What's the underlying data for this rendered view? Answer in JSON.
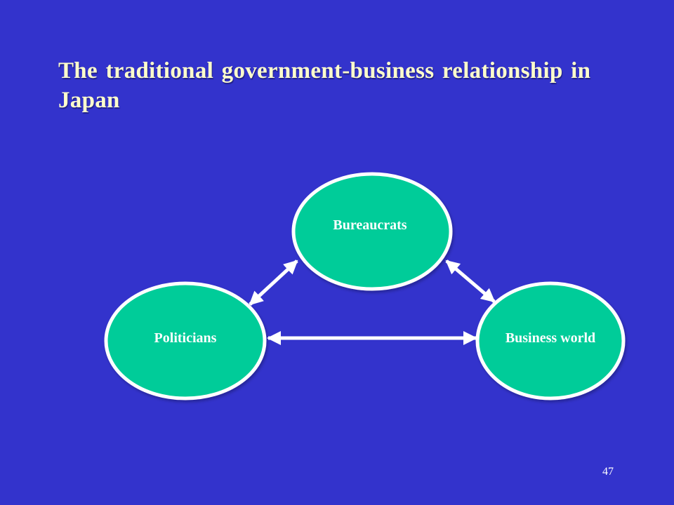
{
  "slide": {
    "title": "The traditional government-business relationship in Japan",
    "page_number": "47"
  },
  "colors": {
    "background": "#3333cc",
    "title": "#ffffcc",
    "node_fill": "#00cc99",
    "node_border": "#ffffff",
    "arrow": "#ffffff",
    "label": "#ffffff"
  },
  "diagram": {
    "nodes": {
      "bureaucrats": {
        "label": "Bureaucrats"
      },
      "politicians": {
        "label": "Politicians"
      },
      "business_world": {
        "label": "Business world"
      }
    },
    "links": [
      {
        "from": "politicians",
        "to": "bureaucrats",
        "direction": "both"
      },
      {
        "from": "bureaucrats",
        "to": "business_world",
        "direction": "both"
      },
      {
        "from": "politicians",
        "to": "business_world",
        "direction": "both"
      }
    ]
  }
}
